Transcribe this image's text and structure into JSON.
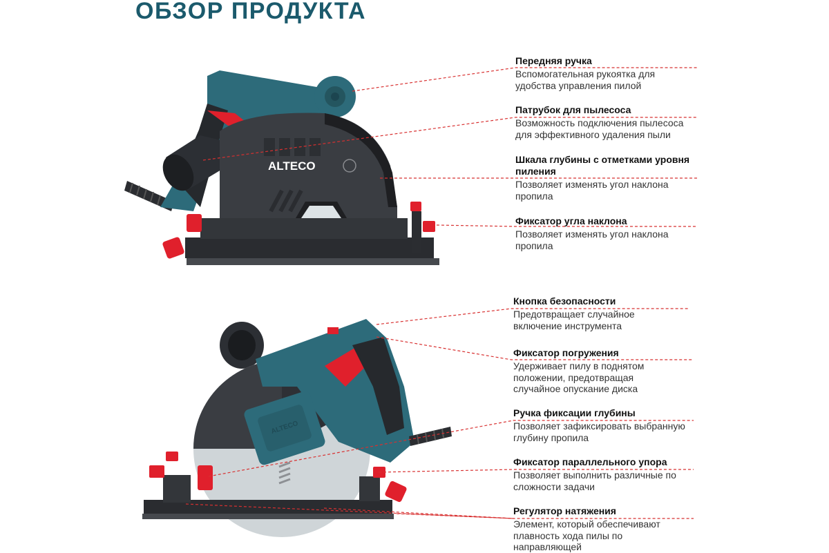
{
  "title": "ОБЗОР ПРОДУКТА",
  "colors": {
    "title": "#1b5a6c",
    "body_teal": "#2d6b7a",
    "housing_dark": "#3a3d42",
    "accent_red": "#e0202c",
    "leader_line": "#d83030"
  },
  "saw_top": {
    "brand": "ALTECO"
  },
  "saw_bottom": {
    "side_label": "ALTECO"
  },
  "callouts_top": [
    {
      "heading": "Передняя ручка",
      "text": [
        "Вспомогательная рукоятка для",
        "удобства управления пилой"
      ]
    },
    {
      "heading": "Патрубок для пылесоса",
      "text": [
        "Возможность подключения пылесоса",
        "для эффективного удаления пыли"
      ]
    },
    {
      "heading": [
        "Шкала глубины с отметками уровня",
        "пиления"
      ],
      "text": [
        "Позволяет изменять угол наклона",
        "пропила"
      ]
    },
    {
      "heading": "Фиксатор угла наклона",
      "text": [
        "Позволяет изменять угол наклона",
        "пропила"
      ]
    }
  ],
  "callouts_bottom": [
    {
      "heading": "Кнопка безопасности",
      "text": [
        "Предотвращает случайное",
        "включение инструмента"
      ]
    },
    {
      "heading": "Фиксатор погружения",
      "text": [
        "Удерживает пилу в поднятом",
        "положении, предотвращая",
        "случайное опускание диска"
      ]
    },
    {
      "heading": "Ручка фиксации глубины",
      "text": [
        "Позволяет зафиксировать выбранную",
        "глубину пропила"
      ]
    },
    {
      "heading": "Фиксатор параллельного упора",
      "text": [
        "Позволяет выполнить различные по",
        "сложности задачи"
      ]
    },
    {
      "heading": "Регулятор натяжения",
      "text": [
        "Элемент, который обеспечивают",
        "плавность хода пилы по",
        "направляющей"
      ]
    }
  ]
}
